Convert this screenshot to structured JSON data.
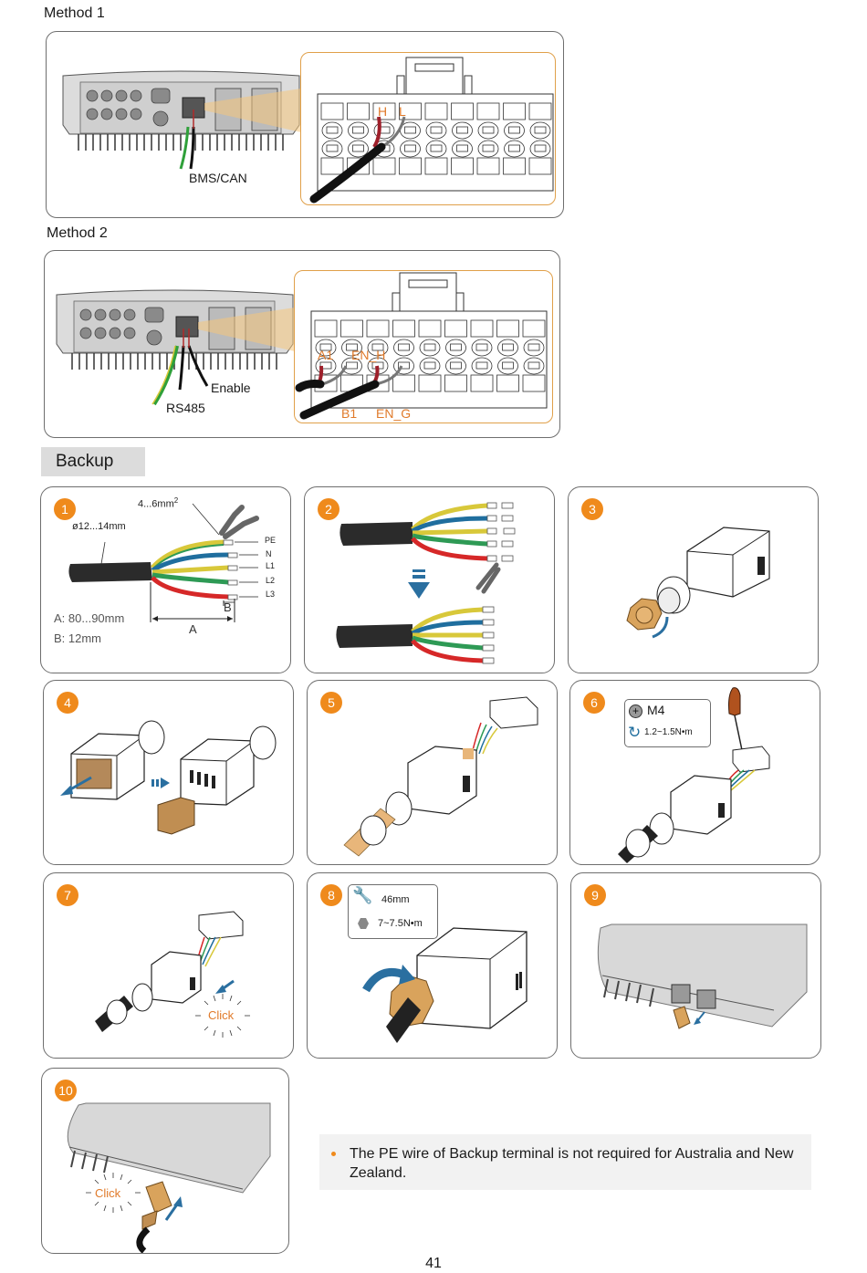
{
  "method1": {
    "title": "Method 1",
    "port_label": "BMS/CAN",
    "pin_labels": [
      "H",
      "L"
    ]
  },
  "method2": {
    "title": "Method 2",
    "port_labels": [
      "RS485",
      "Enable"
    ],
    "pin_labels_top": [
      "A1",
      "EN_H"
    ],
    "pin_labels_bottom": [
      "B1",
      "EN_G"
    ]
  },
  "section": {
    "title": "Backup"
  },
  "steps": [
    {
      "number": "1",
      "wire_area": "4...6mm",
      "wire_area_sup": "2",
      "cable_diameter": "ø12...14mm",
      "wire_labels": [
        "PE",
        "N",
        "L1",
        "L2",
        "L3"
      ],
      "dim_a_label": "A",
      "dim_b_label": "B",
      "dim_a_value": "A: 80...90mm",
      "dim_b_value": "B: 12mm"
    },
    {
      "number": "2"
    },
    {
      "number": "3"
    },
    {
      "number": "4"
    },
    {
      "number": "5"
    },
    {
      "number": "6",
      "screw": "M4",
      "torque": "1.2~1.5N•m"
    },
    {
      "number": "7",
      "click_label": "Click"
    },
    {
      "number": "8",
      "wrench_size": "46mm",
      "torque": "7~7.5N•m"
    },
    {
      "number": "9"
    },
    {
      "number": "10",
      "click_label": "Click"
    }
  ],
  "note": {
    "text": "The PE wire of Backup terminal is not required for Australia and New Zealand."
  },
  "page_number": "41",
  "colors": {
    "accent_orange": "#ef8a1c",
    "wire_yellow": "#d8c83a",
    "wire_blue": "#1f6e9e",
    "wire_green": "#2e9a55",
    "wire_red": "#d62828",
    "arrow_blue": "#2a6fa0",
    "nut_tan": "#d9a35c"
  }
}
